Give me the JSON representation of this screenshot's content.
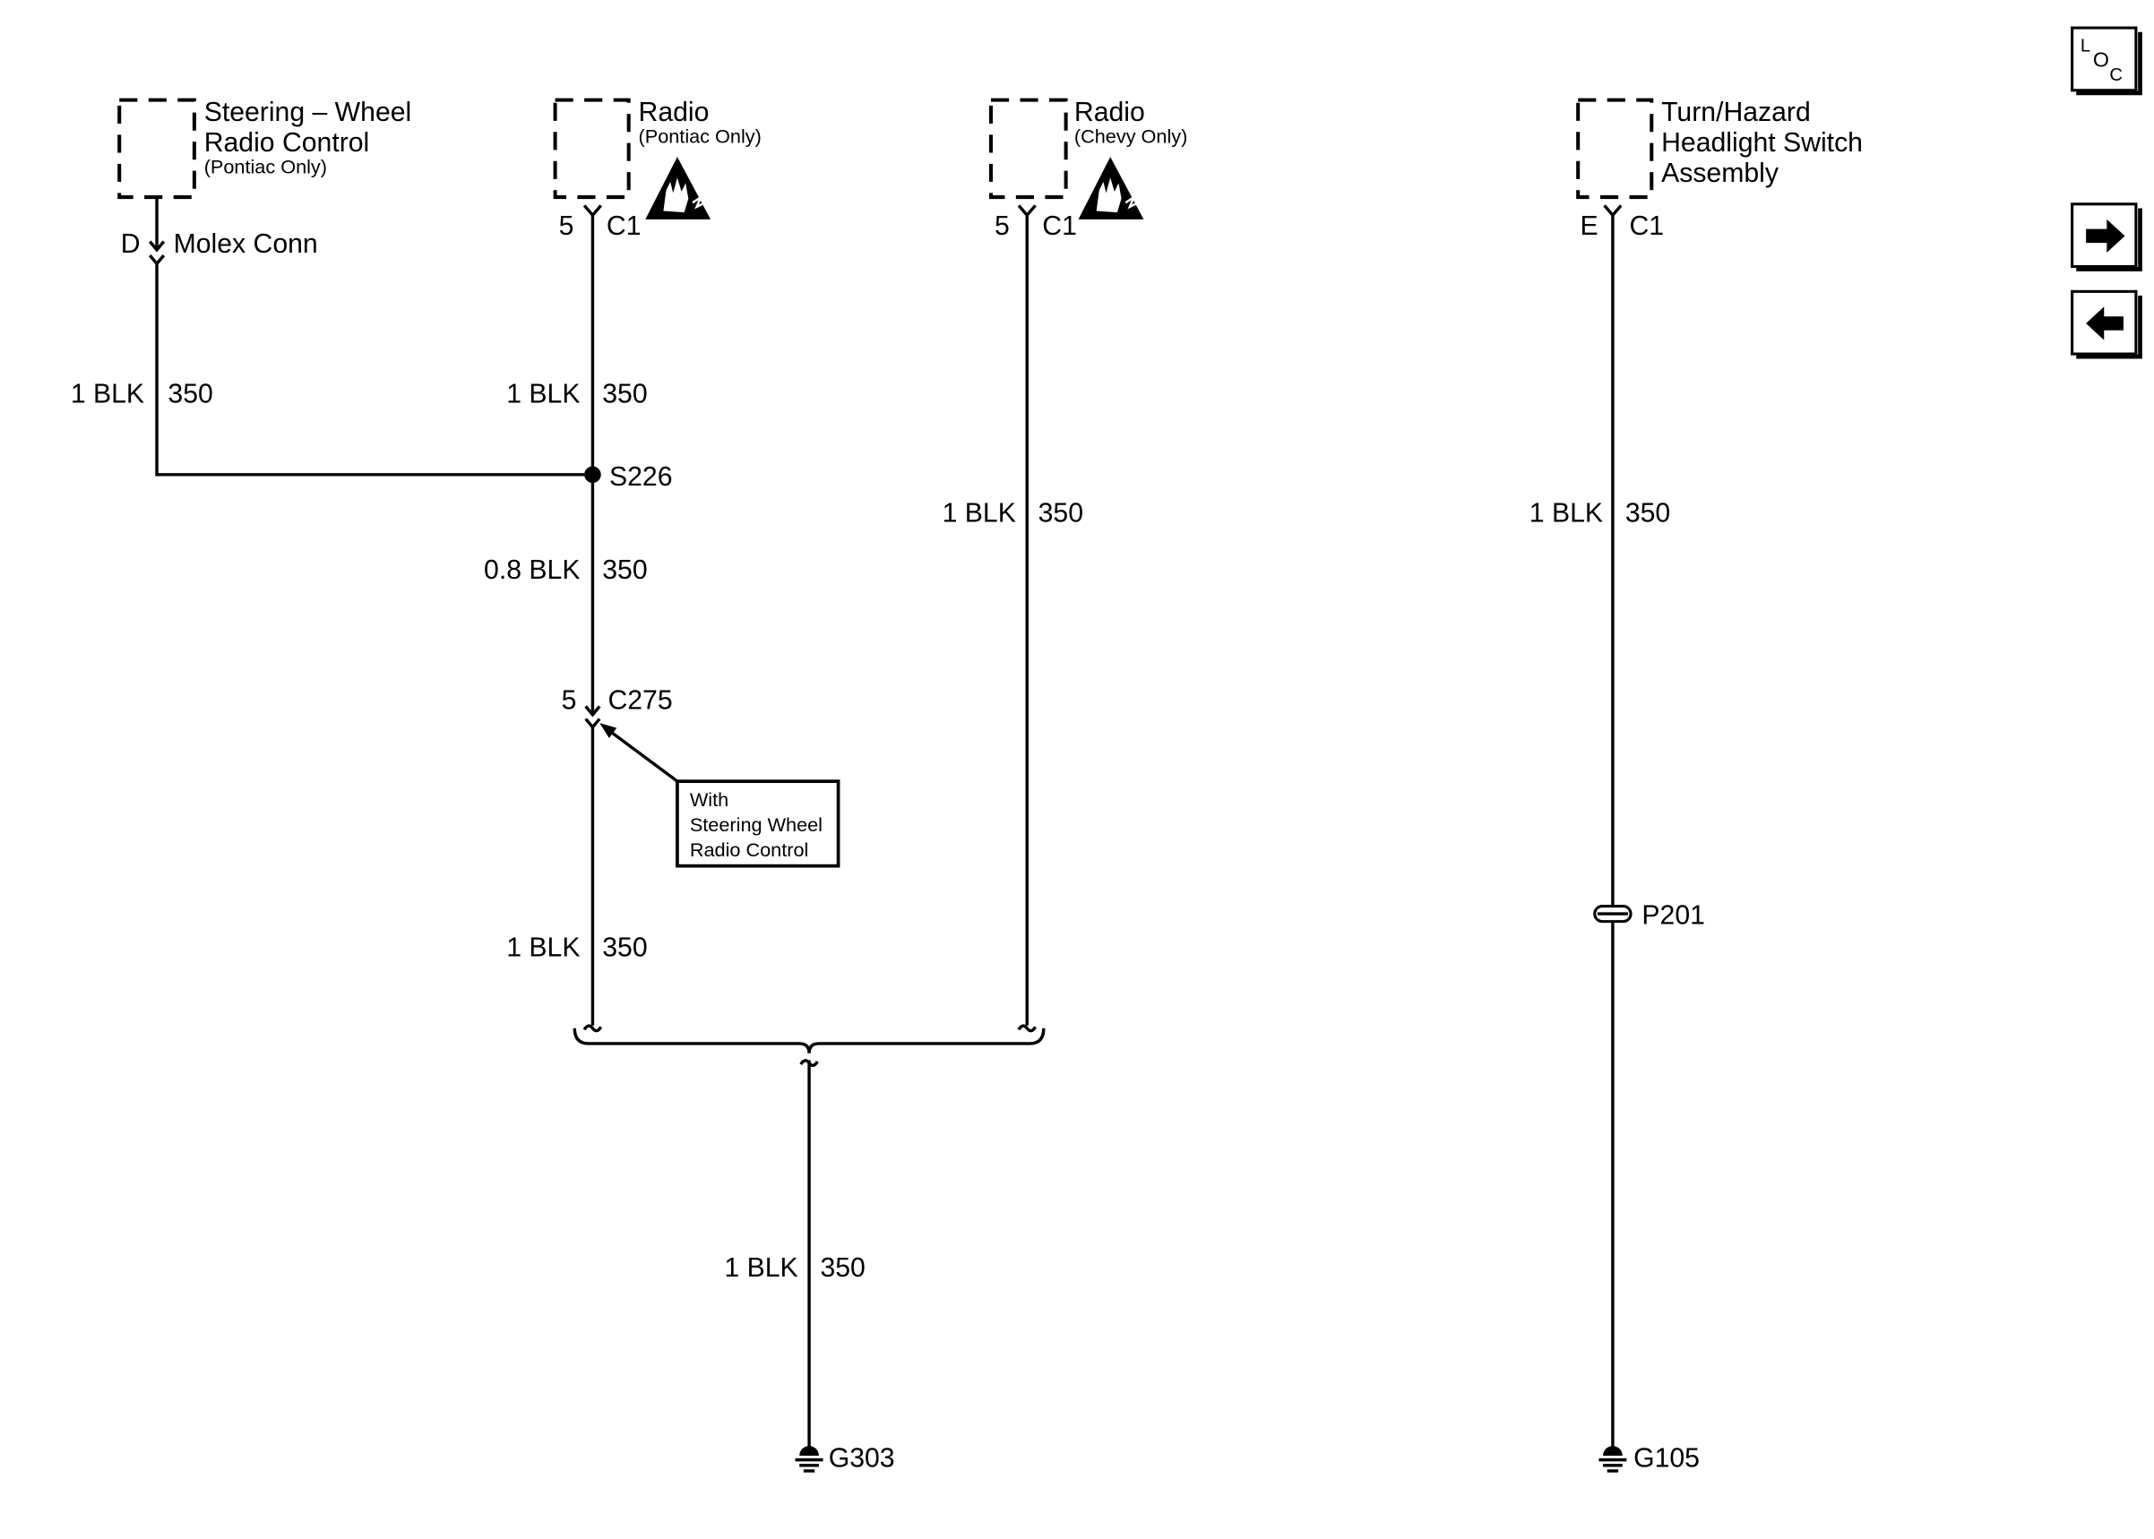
{
  "nav": {
    "loc_letters": [
      "L",
      "O",
      "C"
    ],
    "next_icon": "arrow-right-icon",
    "prev_icon": "arrow-left-icon"
  },
  "components": {
    "steering_wheel_radio_control": {
      "title_lines": [
        "Steering – Wheel",
        "Radio Control"
      ],
      "note": "(Pontiac Only)",
      "pin": "D",
      "connector": "Molex Conn"
    },
    "radio_pontiac": {
      "title": "Radio",
      "note": "(Pontiac Only)",
      "pin": "5",
      "connector": "C1",
      "icon": "esd-sensitive-icon"
    },
    "radio_chevy": {
      "title": "Radio",
      "note": "(Chevy Only)",
      "pin": "5",
      "connector": "C1",
      "icon": "esd-sensitive-icon"
    },
    "turn_hazard_headlight_switch": {
      "title_lines": [
        "Turn/Hazard",
        "Headlight Switch",
        "Assembly"
      ],
      "pin": "E",
      "connector": "C1"
    }
  },
  "wires": [
    {
      "gauge_color": "1 BLK",
      "circuit": "350"
    },
    {
      "gauge_color": "1 BLK",
      "circuit": "350"
    },
    {
      "gauge_color": "0.8 BLK",
      "circuit": "350"
    },
    {
      "gauge_color": "1 BLK",
      "circuit": "350"
    },
    {
      "gauge_color": "1 BLK",
      "circuit": "350"
    },
    {
      "gauge_color": "1 BLK",
      "circuit": "350"
    },
    {
      "gauge_color": "1 BLK",
      "circuit": "350"
    }
  ],
  "splice": "S226",
  "inline_connector": {
    "pin": "5",
    "name": "C275"
  },
  "callout_lines": [
    "With",
    "Steering Wheel",
    "Radio Control"
  ],
  "pass_through": "P201",
  "grounds": [
    "G303",
    "G105"
  ],
  "ground_icon": "ground-icon",
  "colors": {
    "line": "#000000",
    "background": "#ffffff"
  }
}
